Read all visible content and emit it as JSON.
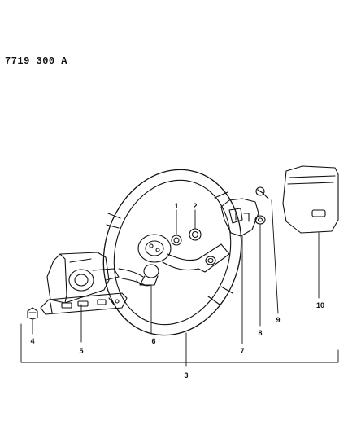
{
  "document_code": "7719 300 A",
  "callouts": {
    "c1": "1",
    "c2": "2",
    "c3": "3",
    "c4": "4",
    "c5": "5",
    "c6": "6",
    "c7": "7",
    "c8": "8",
    "c9": "9",
    "c10": "10"
  }
}
